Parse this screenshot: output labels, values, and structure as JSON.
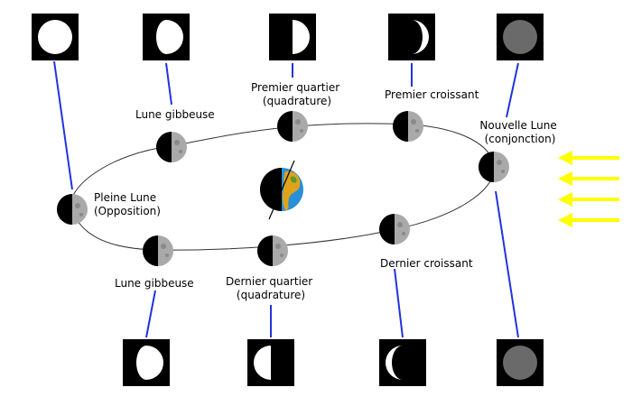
{
  "labels": {
    "pleine_lune": [
      "Pleine Lune",
      "(Opposition)"
    ],
    "lune_gibbeuse_top": "Lune gibbeuse",
    "premier_quartier": [
      "Premier quartier",
      "(quadrature)"
    ],
    "premier_croissant": "Premier croissant",
    "nouvelle_lune": [
      "Nouvelle Lune",
      "(conjonction)"
    ],
    "lune_gibbeuse_bottom": "Lune gibbeuse",
    "dernier_quartier": [
      "Dernier quartier",
      "(quadrature)"
    ],
    "dernier_croissant": "Dernier croissant"
  },
  "colors": {
    "orbit": "#333333",
    "connector": "#2233dd",
    "sunlight": "#ffff00",
    "moon_lit": "#a9a9a9",
    "moon_dark": "#000000",
    "new_moon": "#6a6a6a",
    "earth_water": "#2a8fd6",
    "earth_land": "#e0a21a"
  },
  "phase_icons": {
    "top": [
      "full-moon-icon",
      "waxing-gibbous-icon",
      "first-quarter-icon",
      "waxing-crescent-icon",
      "new-moon-icon"
    ],
    "bottom": [
      "waning-gibbous-icon",
      "last-quarter-icon",
      "waning-crescent-icon",
      "new-moon-icon"
    ]
  }
}
